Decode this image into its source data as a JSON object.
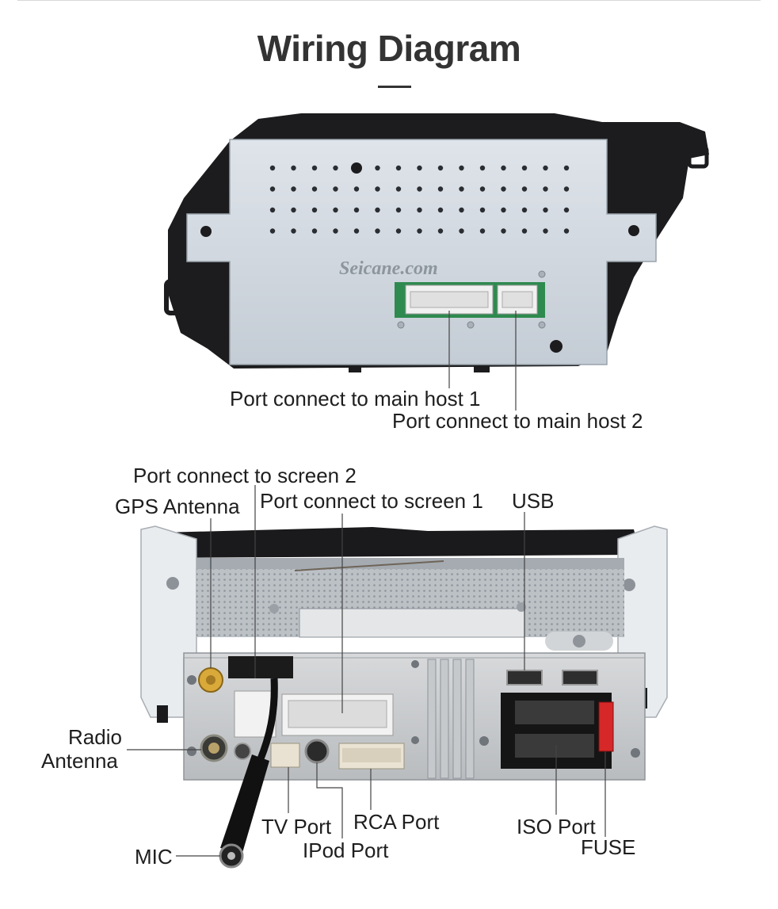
{
  "title": "Wiring Diagram",
  "watermark": "Seicane.com",
  "colors": {
    "title": "#333333",
    "panel": "#cfd6de",
    "frame": "#1c1c1e",
    "connector": "#f1f1f1",
    "pcb": "#2f8a4f",
    "fuse": "#d62828",
    "leader": "#444444"
  },
  "top_unit": {
    "labels": {
      "host1": "Port connect to main host 1",
      "host2": "Port connect to main host 2"
    }
  },
  "bottom_unit": {
    "labels": {
      "screen2": "Port connect to screen 2",
      "gps": "GPS Antenna",
      "screen1": "Port connect to screen 1",
      "usb": "USB",
      "radio_line1": "Radio",
      "radio_line2": "Antenna",
      "tv": "TV Port",
      "rca": "RCA Port",
      "iso": "ISO Port",
      "fuse": "FUSE",
      "mic": "MIC",
      "ipod": "IPod Port"
    }
  }
}
